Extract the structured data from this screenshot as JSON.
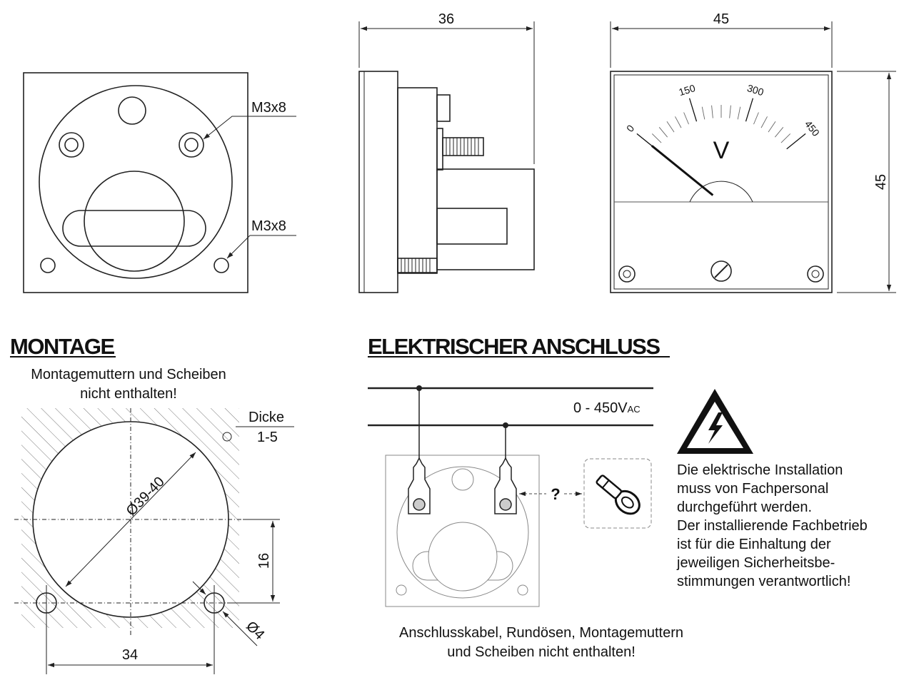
{
  "dimensions": {
    "side_depth": "36",
    "front_width": "45",
    "front_height": "45"
  },
  "back_view": {
    "screw_label_top": "M3x8",
    "screw_label_bottom": "M3x8"
  },
  "meter_face": {
    "unit": "V",
    "scale_labels": [
      "0",
      "150",
      "300",
      "450"
    ],
    "scale_max": 450,
    "scale_minor_step": 25,
    "needle_value": 0
  },
  "montage": {
    "title": "MONTAGE",
    "note_line1": "Montagemuttern und Scheiben",
    "note_line2": "nicht enthalten!",
    "thickness_label": "Dicke",
    "thickness_value": "1-5",
    "cutout_diameter": "Ø39-40",
    "hole_offset": "16",
    "hole_spacing": "34",
    "hole_diameter": "Ø4"
  },
  "anschluss": {
    "title": "ELEKTRISCHER ANSCHLUSS",
    "voltage": "0 - 450V",
    "voltage_sub": "AC",
    "question": "?",
    "warning_lines": [
      "Die elektrische Installation",
      "muss von Fachpersonal",
      "durchgeführt werden.",
      "Der installierende Fachbetrieb",
      "ist für die Einhaltung der",
      "jeweiligen Sicherheitsbe-",
      "stimmungen verantwortlich!"
    ],
    "caption_line1": "Anschlusskabel, Rundösen, Montagemuttern",
    "caption_line2": "und Scheiben nicht enthalten!"
  }
}
